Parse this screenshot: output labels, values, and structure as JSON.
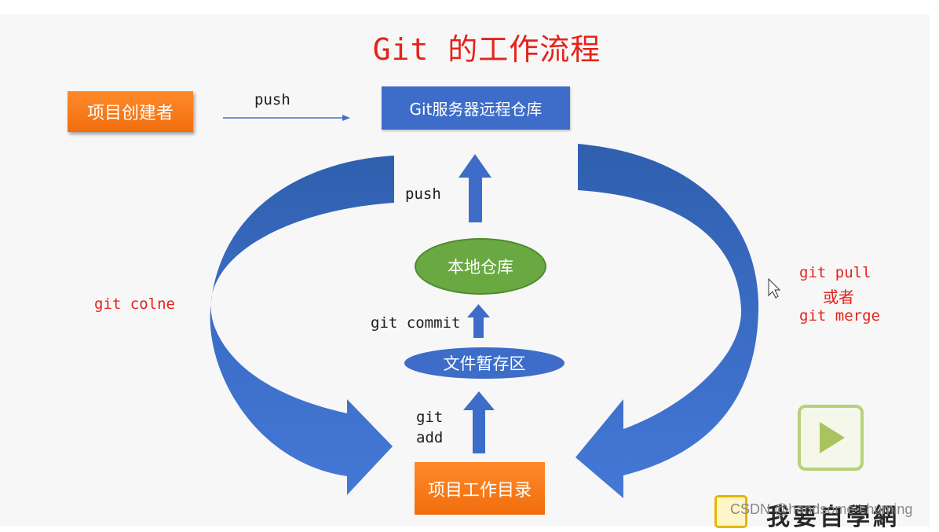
{
  "title": "Git 的工作流程",
  "nodes": {
    "creator": "项目创建者",
    "remote": "Git服务器远程仓库",
    "local_repo": "本地仓库",
    "staging": "文件暂存区",
    "workdir": "项目工作目录"
  },
  "labels": {
    "push_top": "push",
    "push_mid": "push",
    "git_commit": "git commit",
    "git_add_1": "git",
    "git_add_2": "add",
    "git_clone": "git colne",
    "pull_1": "git  pull",
    "pull_2": "或者",
    "pull_3": "git merge"
  },
  "watermark": "CSDN @handsome-chuming",
  "logo_text": "我要自學網",
  "colors": {
    "title": "#e4231b",
    "orange": "#f57a1f",
    "blue": "#3d6dc9",
    "green": "#6aa842",
    "red_text": "#e4231b"
  }
}
